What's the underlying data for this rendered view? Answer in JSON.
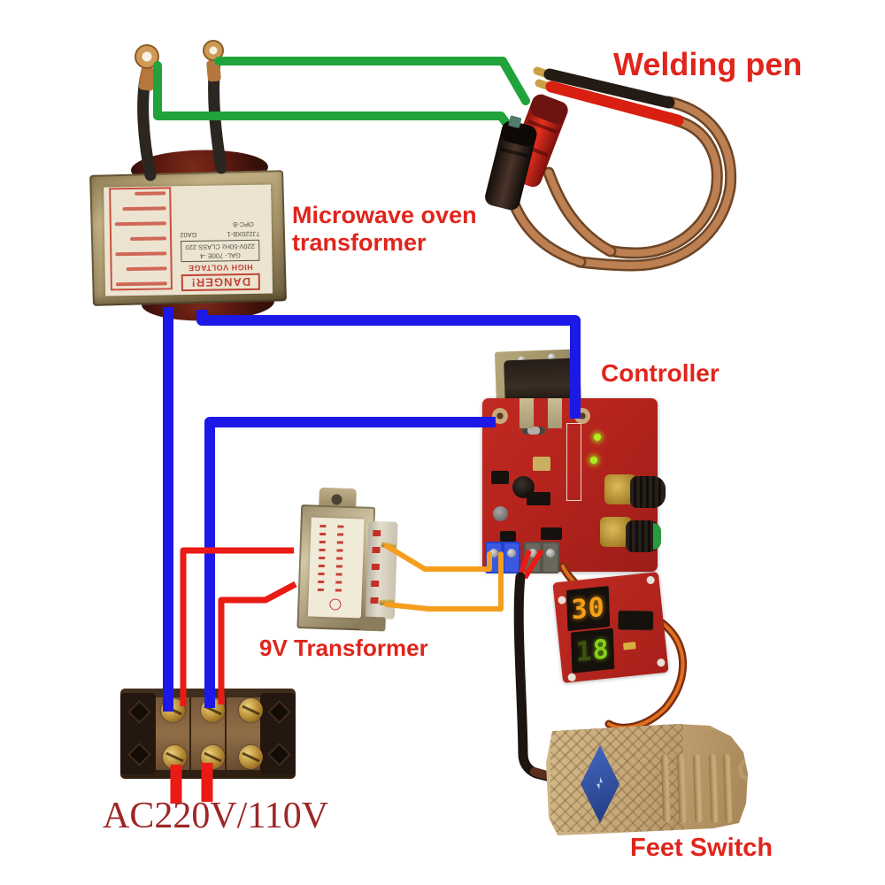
{
  "labels": {
    "welding_pen": "Welding pen",
    "mot_line1": "Microwave oven",
    "mot_line2": "transformer",
    "controller": "Controller",
    "transformer_9v": "9V Transformer",
    "ac_input": "AC220V/110V",
    "feet_switch": "Feet Switch"
  },
  "mot_label": {
    "danger": "DANGER!",
    "high_voltage": "HIGH VOLTAGE",
    "model_line1": "GAL- 700E -4",
    "model_line2": "220V-50Hz CLASS 220",
    "part_no": "7J220XB-1",
    "code": "GA02",
    "opc": "OPC-B"
  },
  "display": {
    "top_left_digit": "3",
    "top_right_digit": "0",
    "bottom_left_digit": "1",
    "bottom_right_digit": "8"
  },
  "colors": {
    "green_wire": "#1fa33a",
    "blue_wire": "#1c18e6",
    "red_wire": "#ea1a14",
    "orange_wire": "#f59e1e",
    "copper": "#bc8052",
    "copper_dark": "#6e4525",
    "black_cable": "#1c1410",
    "cable_brown": "#7a2e12",
    "cable_orange": "#e07020",
    "pen_black": "#241b14",
    "pen_red": "#d81f10",
    "label_red": "#e0251c",
    "ac_label_red": "#9e2626",
    "pcb_red": "#b5231d",
    "display_orange": "#f6a018",
    "display_green": "#86d018",
    "led_green": "#9fe018",
    "pedal_tan": "#c3a273",
    "diamond_blue": "#2f55a8"
  }
}
